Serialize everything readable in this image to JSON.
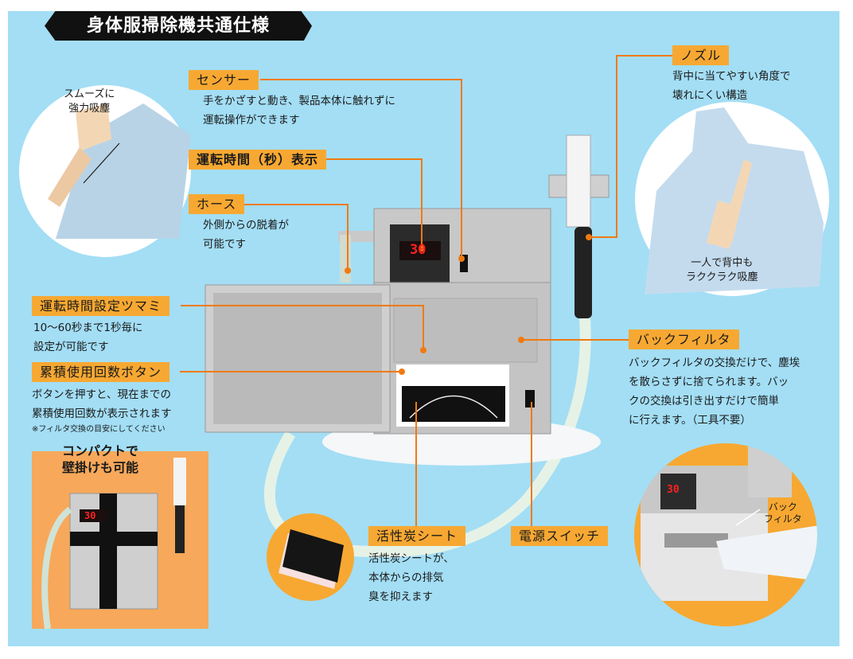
{
  "title": "身体服掃除機共通仕様",
  "callouts": {
    "sensor": {
      "label": "センサー",
      "desc": [
        "手をかざすと動き、製品本体に触れずに",
        "運転操作ができます"
      ]
    },
    "display": {
      "label": "運転時間（秒）表示"
    },
    "hose": {
      "label": "ホース",
      "desc": [
        "外側からの脱着が",
        "可能です"
      ]
    },
    "knob": {
      "label": "運転時間設定ツマミ",
      "desc": [
        "10～60秒まで1秒毎に",
        "設定が可能です"
      ]
    },
    "counter": {
      "label": "累積使用回数ボタン",
      "desc": [
        "ボタンを押すと、現在までの",
        "累積使用回数が表示されます"
      ],
      "note": "※フィルタ交換の目安にしてください"
    },
    "nozzle": {
      "label": "ノズル",
      "desc": [
        "背中に当てやすい角度で",
        "壊れにくい構造"
      ]
    },
    "bag_filter": {
      "label": "バックフィルタ",
      "desc": [
        "バックフィルタの交換だけで、塵埃",
        "を散らさずに捨てられます。バッ",
        "クの交換は引き出すだけで簡単",
        "に行えます。（工具不要）"
      ]
    },
    "carbon": {
      "label": "活性炭シート",
      "desc": [
        "活性炭シートが、",
        "本体からの排気",
        "臭を抑えます"
      ]
    },
    "power": {
      "label": "電源スイッチ"
    }
  },
  "captions": {
    "sleeve": [
      "スムーズに",
      "強力吸塵"
    ],
    "back": [
      "一人で背中も",
      "ラククラク吸塵"
    ],
    "wall": [
      "コンパクトで",
      "壁掛けも可能"
    ],
    "filter_inset": [
      "バック",
      "フィルタ"
    ]
  },
  "display_value": "30",
  "colors": {
    "background": "#a3def5",
    "label": "#f7a832",
    "line": "#f07a10",
    "banner": "#111111"
  }
}
